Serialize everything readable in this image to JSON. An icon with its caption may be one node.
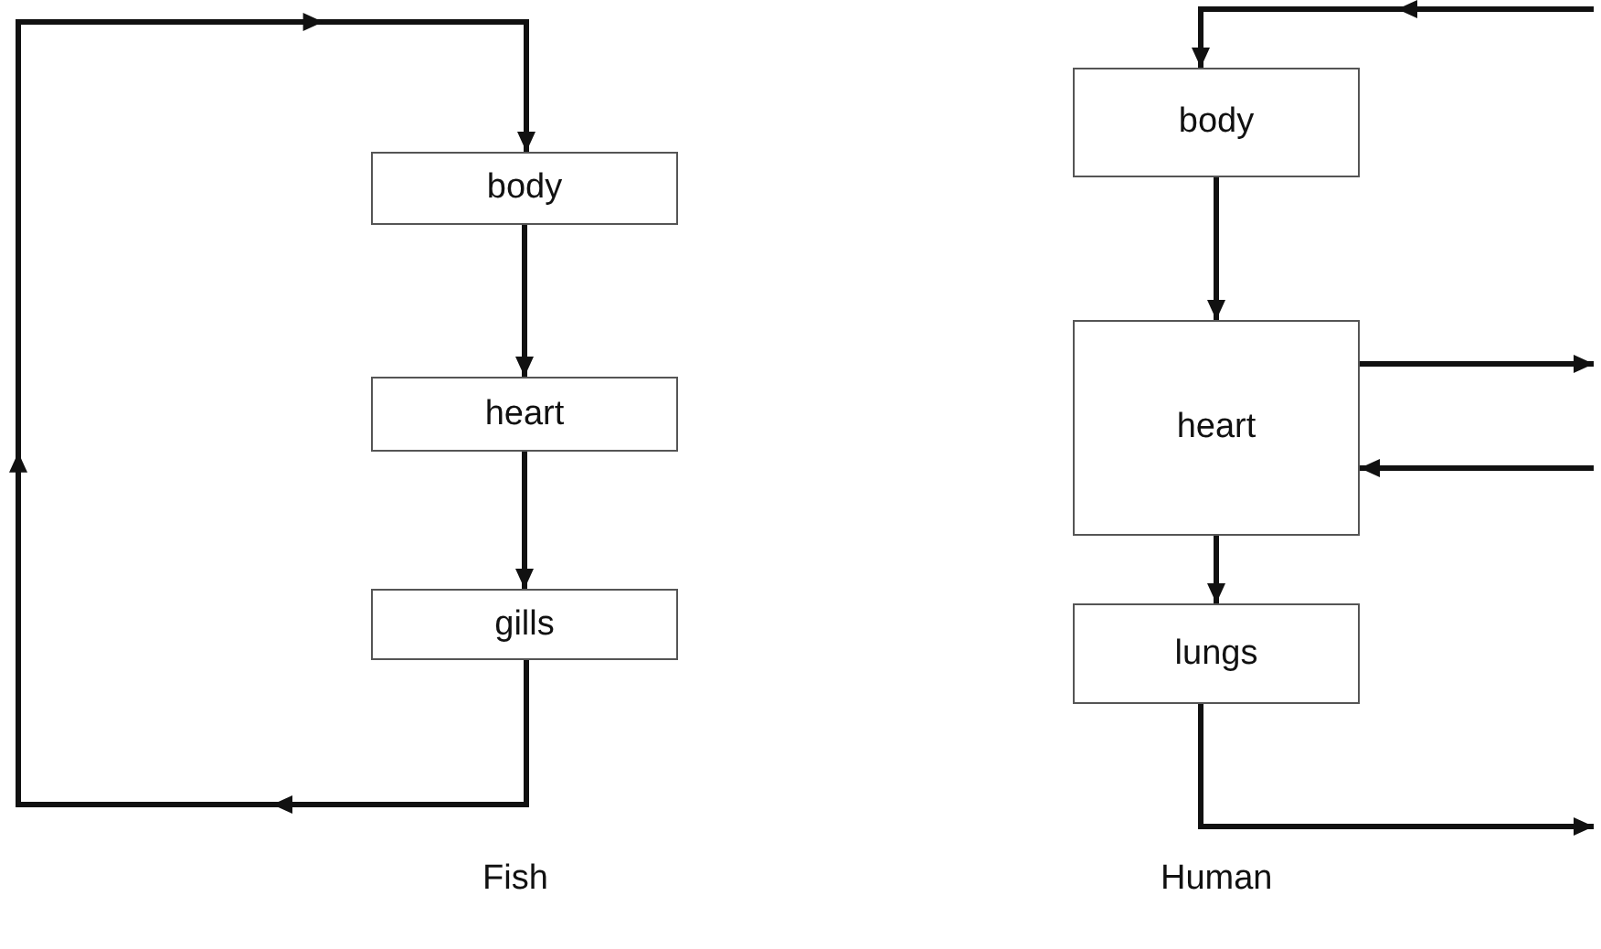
{
  "diagram": {
    "nodes": [
      {
        "text": [
          "body"
        ]
      },
      {
        "text": [
          "heart"
        ]
      },
      {
        "text": [
          "gills"
        ]
      },
      {
        "text": [
          "body"
        ]
      },
      {
        "text": [
          "heart"
        ]
      },
      {
        "text": [
          "lungs"
        ]
      }
    ],
    "edges": [
      {
        "from": 0,
        "to": 1,
        "arrow": "to"
      },
      {
        "from": 1,
        "to": 2,
        "arrow": "to"
      },
      {
        "from": 2,
        "to": 0,
        "arrow": "to"
      },
      {
        "from": 3,
        "to": 4,
        "arrow": "to"
      },
      {
        "from": 4,
        "to": 5,
        "arrow": "to"
      },
      {
        "from": 5,
        "to": null,
        "arrow": "to"
      },
      {
        "from": 4,
        "to": null,
        "arrow": "to"
      },
      {
        "from": null,
        "to": 4,
        "arrow": "to"
      },
      {
        "from": null,
        "to": 3,
        "arrow": "to"
      }
    ],
    "labels": [
      "Fish",
      "Human"
    ]
  }
}
